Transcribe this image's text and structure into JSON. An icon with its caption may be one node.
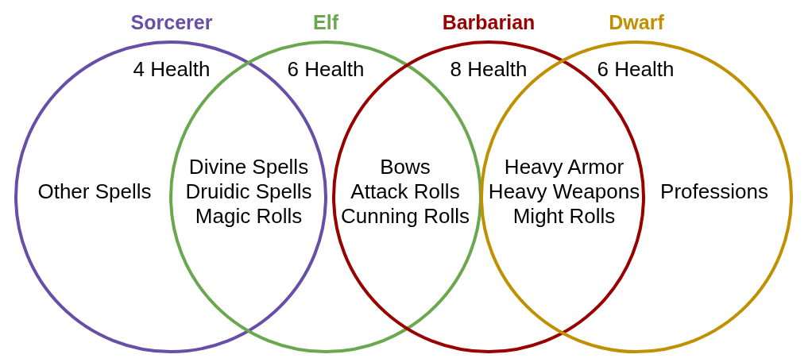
{
  "diagram": {
    "nodes": [
      {
        "text": [
          "Sorcerer",
          "4 Health",
          "Other Spells"
        ]
      },
      {
        "text": [
          "Elf",
          "6 Health"
        ]
      },
      {
        "text": [
          "Barbarian",
          "8 Health"
        ]
      },
      {
        "text": [
          "Dwarf",
          "6 Health",
          "Professions"
        ]
      }
    ],
    "labels": [
      "Divine Spells",
      "Druidic Spells",
      "Magic Rolls",
      "Bows",
      "Attack Rolls",
      "Cunning Rolls",
      "Heavy Armor",
      "Heavy Weapons",
      "Might Rolls"
    ]
  }
}
